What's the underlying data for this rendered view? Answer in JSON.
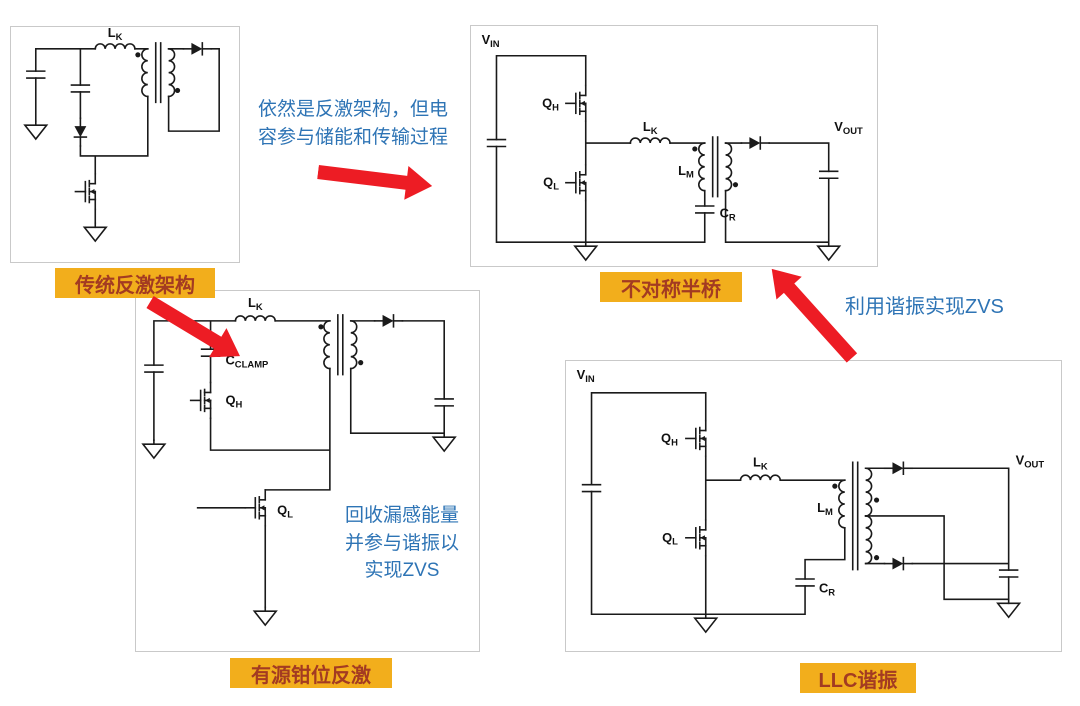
{
  "colors": {
    "accent_red": "#ED1C24",
    "badge_bg": "#F2AE1C",
    "badge_text": "#A33B22",
    "note_blue": "#2E74B5",
    "wire": "#1A1A1A",
    "panel_border": "#C9C9C9"
  },
  "annotations": {
    "top": "依然是反激架构，但电容参与储能和传输过程",
    "resonance": "利用谐振实现ZVS",
    "clamp": "回收漏感能量并参与谐振以实现ZVS"
  },
  "panels": {
    "flyback": {
      "title": "传统反激架构",
      "labels": {
        "lk": {
          "main": "L",
          "sub": "K"
        }
      }
    },
    "ahb": {
      "title": "不对称半桥",
      "labels": {
        "vin": {
          "main": "V",
          "sub": "IN"
        },
        "qh": {
          "main": "Q",
          "sub": "H"
        },
        "ql": {
          "main": "Q",
          "sub": "L"
        },
        "lk": {
          "main": "L",
          "sub": "K"
        },
        "lm": {
          "main": "L",
          "sub": "M"
        },
        "cr": {
          "main": "C",
          "sub": "R"
        },
        "vout": {
          "main": "V",
          "sub": "OUT"
        }
      }
    },
    "acf": {
      "title": "有源钳位反激",
      "labels": {
        "lk": {
          "main": "L",
          "sub": "K"
        },
        "cclamp": {
          "main": "C",
          "sub": "CLAMP"
        },
        "qh": {
          "main": "Q",
          "sub": "H"
        },
        "ql": {
          "main": "Q",
          "sub": "L"
        }
      }
    },
    "llc": {
      "title": "LLC谐振",
      "labels": {
        "vin": {
          "main": "V",
          "sub": "IN"
        },
        "qh": {
          "main": "Q",
          "sub": "H"
        },
        "ql": {
          "main": "Q",
          "sub": "L"
        },
        "lk": {
          "main": "L",
          "sub": "K"
        },
        "lm": {
          "main": "L",
          "sub": "M"
        },
        "cr": {
          "main": "C",
          "sub": "R"
        },
        "vout": {
          "main": "V",
          "sub": "OUT"
        }
      }
    }
  }
}
